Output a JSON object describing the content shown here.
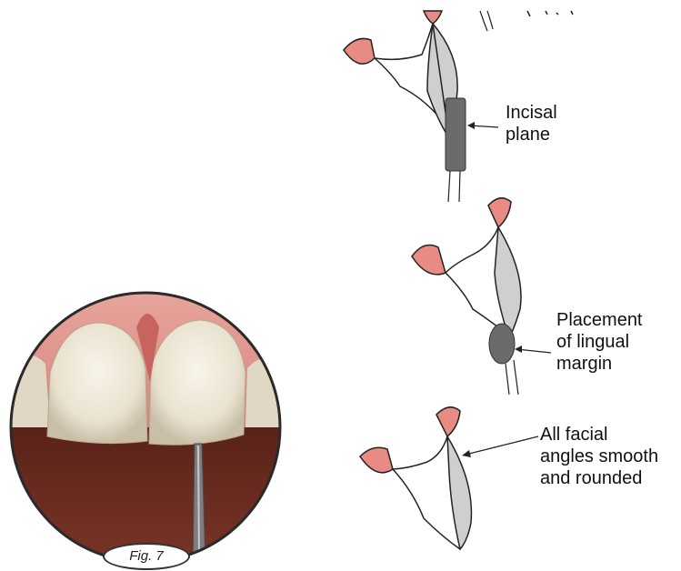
{
  "figure": {
    "caption": "Fig. 7"
  },
  "diagram": {
    "labels": {
      "incisal": "Incisal\nplane",
      "lingual": "Placement\nof lingual\nmargin",
      "facial": "All facial\nangles smooth\nand rounded"
    }
  },
  "colors": {
    "enamel_tip": "#e98b85",
    "tooth_gray": "#cfcfcf",
    "instrument": "#6b6b6b",
    "gum": "#d9827b",
    "mouth_dark": "#6b2a1e"
  }
}
